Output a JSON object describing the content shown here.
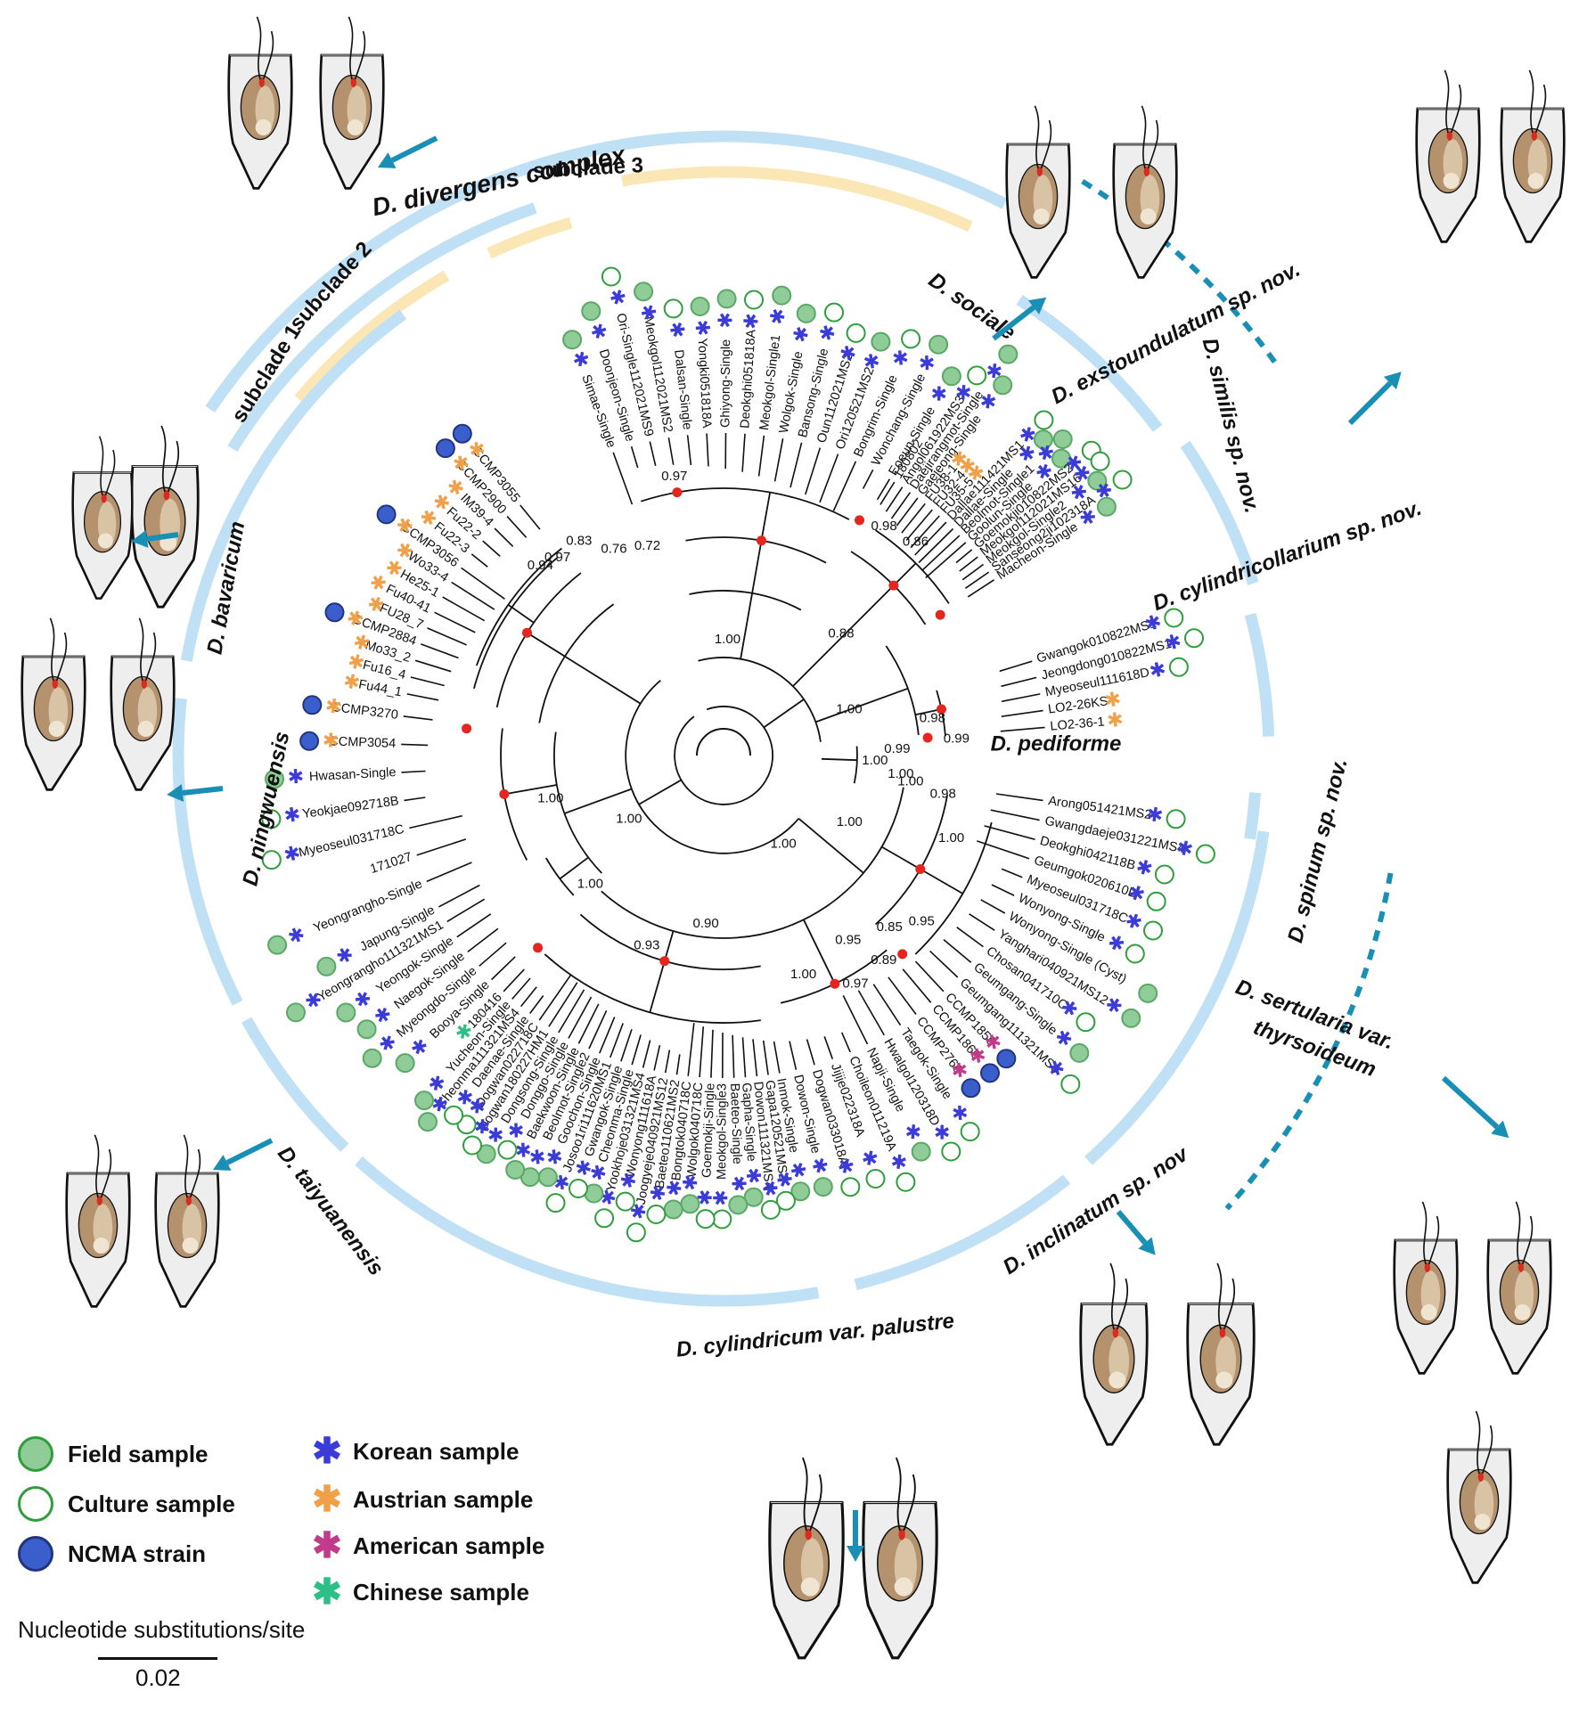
{
  "clades": {
    "divergens": "D. divergens complex",
    "subclade1": "subclade 1",
    "subclade2": "subclade 2",
    "subclade3": "subclade 3",
    "sociale": "D. sociale",
    "exstoundulatum": "D. exstoundulatum sp. nov.",
    "similis": "D. similis sp. nov.",
    "cylindricollarium": "D. cylindricollarium sp. nov.",
    "pediforme": "D. pediforme",
    "spinum": "D. spinum sp. nov.",
    "sertularia1": "D. sertularia var.",
    "sertularia2": "thyrsoideum",
    "inclinatum": "D. inclinatum sp. nov",
    "palustre": "D. cylindricum var. palustre",
    "taiyuanensis": "D. taiyuanensis",
    "ningwuensis": "D. ningwuensis",
    "bavaricum": "D. bavaricum"
  },
  "taxa": [
    {
      "name": "Simae-Single",
      "marker": "field",
      "origin": "korean"
    },
    {
      "name": "Doonjeon-Single",
      "marker": "field",
      "origin": "korean"
    },
    {
      "name": "Ori-Single112021MS9",
      "marker": "culture",
      "origin": "korean"
    },
    {
      "name": "Meokgol112021MS2",
      "marker": "field",
      "origin": "korean"
    },
    {
      "name": "Dalsan-Single",
      "marker": "culture",
      "origin": "korean"
    },
    {
      "name": "Yongki051818A",
      "marker": "field",
      "origin": "korean"
    },
    {
      "name": "Ghiyong-Single",
      "marker": "field",
      "origin": "korean"
    },
    {
      "name": "Deokghi051818A",
      "marker": "culture",
      "origin": "korean"
    },
    {
      "name": "Meokgol-Single1",
      "marker": "field",
      "origin": "korean"
    },
    {
      "name": "Wolgok-Single",
      "marker": "field",
      "origin": "korean"
    },
    {
      "name": "Bansong-Single",
      "marker": "culture",
      "origin": "korean"
    },
    {
      "name": "Oun112021MS2",
      "marker": "culture",
      "origin": "korean"
    },
    {
      "name": "Ori120521MS2",
      "marker": "field",
      "origin": "korean"
    },
    {
      "name": "Bongrim-Single",
      "marker": "culture",
      "origin": "korean"
    },
    {
      "name": "Wonchang-Single",
      "marker": "field",
      "origin": "korean"
    },
    {
      "name": "Eoeun-Single",
      "marker": "field",
      "origin": "korean"
    },
    {
      "name": "180802",
      "marker": "none",
      "origin": "none"
    },
    {
      "name": "Angol061922MS3",
      "marker": "culture",
      "origin": "korean"
    },
    {
      "name": "Daejirangmot-Single",
      "marker": "field",
      "origin": "korean"
    },
    {
      "name": "Gaejeong-Single",
      "marker": "field",
      "origin": "korean"
    },
    {
      "name": "FU38-1",
      "marker": "none",
      "origin": "austrian"
    },
    {
      "name": "FU32-4",
      "marker": "none",
      "origin": "austrian"
    },
    {
      "name": "FU35-5",
      "marker": "none",
      "origin": "austrian"
    },
    {
      "name": "Dallae111421MS1",
      "marker": "culture",
      "origin": "korean"
    },
    {
      "name": "Dallae-Single",
      "marker": "field",
      "origin": "korean"
    },
    {
      "name": "Beolmot-Single1",
      "marker": "field",
      "origin": "korean"
    },
    {
      "name": "Goolun-Single",
      "marker": "field",
      "origin": "korean"
    },
    {
      "name": "Goemokji010822MS2",
      "marker": "culture",
      "origin": "korean"
    },
    {
      "name": "Meokgol112021MS16",
      "marker": "culture",
      "origin": "korean"
    },
    {
      "name": "Meokgol-Single2",
      "marker": "field",
      "origin": "korean"
    },
    {
      "name": "Sanseong2ji102318A",
      "marker": "culture",
      "origin": "korean"
    },
    {
      "name": "Macheon-Single",
      "marker": "field",
      "origin": "korean"
    },
    {
      "name": "Gwangok010822MS1",
      "marker": "culture",
      "origin": "korean"
    },
    {
      "name": "Jeongdong010822MS1",
      "marker": "culture",
      "origin": "korean"
    },
    {
      "name": "Myeoseul111618D",
      "marker": "culture",
      "origin": "korean"
    },
    {
      "name": "LO2-26KS",
      "marker": "none",
      "origin": "austrian"
    },
    {
      "name": "LO2-36-1",
      "marker": "none",
      "origin": "austrian"
    },
    {
      "name": "Arong051421MS2",
      "marker": "culture",
      "origin": "korean"
    },
    {
      "name": "Gwangdaeje031221MS4",
      "marker": "culture",
      "origin": "korean"
    },
    {
      "name": "Deokghi042118B",
      "marker": "culture",
      "origin": "korean"
    },
    {
      "name": "Geumgok020610D",
      "marker": "culture",
      "origin": "korean"
    },
    {
      "name": "Myeoseul031718C",
      "marker": "culture",
      "origin": "korean"
    },
    {
      "name": "Wonyong-Single",
      "marker": "culture",
      "origin": "korean"
    },
    {
      "name": "Wonyong-Single (Cyst)",
      "marker": "field",
      "origin": "none"
    },
    {
      "name": "Yanghari040921MS12",
      "marker": "field",
      "origin": "korean"
    },
    {
      "name": "Chosan041710C",
      "marker": "culture",
      "origin": "korean"
    },
    {
      "name": "Geumgang-Single",
      "marker": "field",
      "origin": "korean"
    },
    {
      "name": "Geumgang111321MS6",
      "marker": "culture",
      "origin": "korean"
    },
    {
      "name": "CCMP1859",
      "marker": "ncma",
      "origin": "american"
    },
    {
      "name": "CCMP1860",
      "marker": "ncma",
      "origin": "american"
    },
    {
      "name": "CCMP2766",
      "marker": "ncma",
      "origin": "american"
    },
    {
      "name": "Taegok-Single",
      "marker": "culture",
      "origin": "korean"
    },
    {
      "name": "Hwalgol120318D",
      "marker": "culture",
      "origin": "korean"
    },
    {
      "name": "Napji-Single",
      "marker": "field",
      "origin": "korean"
    },
    {
      "name": "Choileon011219A",
      "marker": "culture",
      "origin": "korean"
    },
    {
      "name": "Jijije022318A",
      "marker": "culture",
      "origin": "korean"
    },
    {
      "name": "Dogwan033018A",
      "marker": "culture",
      "origin": "korean"
    },
    {
      "name": "Dowon-Single",
      "marker": "field",
      "origin": "korean"
    },
    {
      "name": "Inmok-Single",
      "marker": "field",
      "origin": "korean"
    },
    {
      "name": "Gapa120521MS2",
      "marker": "culture",
      "origin": "korean"
    },
    {
      "name": "Dowon111321MS4",
      "marker": "culture",
      "origin": "korean"
    },
    {
      "name": "Gapha-Single",
      "marker": "field",
      "origin": "korean"
    },
    {
      "name": "Baeteo-Single",
      "marker": "field",
      "origin": "korean"
    },
    {
      "name": "Meokgol-Single3",
      "marker": "culture",
      "origin": "korean"
    },
    {
      "name": "Goemokji-Single",
      "marker": "culture",
      "origin": "korean"
    },
    {
      "name": "Wolgok040718C",
      "marker": "field",
      "origin": "korean"
    },
    {
      "name": "Bongtok040718C",
      "marker": "field",
      "origin": "korean"
    },
    {
      "name": "Baeteo110621MS2",
      "marker": "culture",
      "origin": "korean"
    },
    {
      "name": "Joogyeje040921MS12",
      "marker": "culture",
      "origin": "korean"
    },
    {
      "name": "Wonyong111618A",
      "marker": "culture",
      "origin": "korean"
    },
    {
      "name": "Yookhoje031321MS4",
      "marker": "culture",
      "origin": "korean"
    },
    {
      "name": "Cheonma-Single",
      "marker": "field",
      "origin": "korean"
    },
    {
      "name": "Gwangok-Single",
      "marker": "culture",
      "origin": "korean"
    },
    {
      "name": "Josoo1ri111620MS1",
      "marker": "culture",
      "origin": "korean"
    },
    {
      "name": "Goochon-Single",
      "marker": "field",
      "origin": "korean"
    },
    {
      "name": "Beolmot-Single2",
      "marker": "field",
      "origin": "korean"
    },
    {
      "name": "Baekwoon-Single",
      "marker": "field",
      "origin": "korean"
    },
    {
      "name": "Donggo-Single",
      "marker": "culture",
      "origin": "korean"
    },
    {
      "name": "Dongsong-Single",
      "marker": "field",
      "origin": "korean"
    },
    {
      "name": "Dogwan180227HM1",
      "marker": "culture",
      "origin": "korean"
    },
    {
      "name": "Dogwan022718C",
      "marker": "culture",
      "origin": "korean"
    },
    {
      "name": "Daenae-Single",
      "marker": "culture",
      "origin": "korean"
    },
    {
      "name": "Cheonma111321MS4",
      "marker": "field",
      "origin": "korean"
    },
    {
      "name": "Yucheon-Single",
      "marker": "field",
      "origin": "korean"
    },
    {
      "name": "180416",
      "marker": "none",
      "origin": "chinese"
    },
    {
      "name": "Booya-Single",
      "marker": "field",
      "origin": "korean"
    },
    {
      "name": "Myeongdo-Single",
      "marker": "field",
      "origin": "korean"
    },
    {
      "name": "Naegok-Single",
      "marker": "field",
      "origin": "korean"
    },
    {
      "name": "Yeongok-Single",
      "marker": "field",
      "origin": "korean"
    },
    {
      "name": "Yeongrangho111321MS1",
      "marker": "field",
      "origin": "korean"
    },
    {
      "name": "Japung-Single",
      "marker": "field",
      "origin": "korean"
    },
    {
      "name": "Yeongrangho-Single",
      "marker": "field",
      "origin": "korean"
    },
    {
      "name": "171027",
      "marker": "none",
      "origin": "none"
    },
    {
      "name": "Myeoseul031718C",
      "marker": "culture",
      "origin": "korean"
    },
    {
      "name": "Yeokjae092718B",
      "marker": "culture",
      "origin": "korean"
    },
    {
      "name": "Hwasan-Single",
      "marker": "field",
      "origin": "korean"
    },
    {
      "name": "CCMP3054",
      "marker": "ncma",
      "origin": "austrian"
    },
    {
      "name": "CCMP3270",
      "marker": "ncma",
      "origin": "austrian"
    },
    {
      "name": "Fu44_1",
      "marker": "none",
      "origin": "austrian"
    },
    {
      "name": "Fu16_4",
      "marker": "none",
      "origin": "austrian"
    },
    {
      "name": "Mo33_2",
      "marker": "none",
      "origin": "austrian"
    },
    {
      "name": "CCMP2884",
      "marker": "ncma",
      "origin": "austrian"
    },
    {
      "name": "FU28_7",
      "marker": "none",
      "origin": "austrian"
    },
    {
      "name": "Fu40-41",
      "marker": "none",
      "origin": "austrian"
    },
    {
      "name": "He25-1",
      "marker": "none",
      "origin": "austrian"
    },
    {
      "name": "Wo33-4",
      "marker": "none",
      "origin": "austrian"
    },
    {
      "name": "CCMP3056",
      "marker": "ncma",
      "origin": "austrian"
    },
    {
      "name": "Fu22-3",
      "marker": "none",
      "origin": "austrian"
    },
    {
      "name": "Fu22-2",
      "marker": "none",
      "origin": "austrian"
    },
    {
      "name": "IM39-4",
      "marker": "none",
      "origin": "austrian"
    },
    {
      "name": "CCMP2900",
      "marker": "ncma",
      "origin": "austrian"
    },
    {
      "name": "CCMP3055",
      "marker": "ncma",
      "origin": "austrian"
    }
  ],
  "support_values": [
    "1.00",
    "0.88",
    "1.00",
    "1.00",
    "1.00",
    "1.00",
    "0.90",
    "0.93",
    "1.00",
    "0.72",
    "0.76",
    "0.83",
    "0.97",
    "0.94",
    "0.97",
    "0.98",
    "0.86",
    "0.98",
    "0.99",
    "0.98",
    "1.00",
    "0.99",
    "1.00",
    "1.00",
    "0.95",
    "0.85",
    "0.89",
    "0.97",
    "0.95",
    "1.00",
    "1.00",
    "1.00"
  ],
  "legend": {
    "field": "Field sample",
    "culture": "Culture sample",
    "ncma": "NCMA strain",
    "korean": "Korean sample",
    "austrian": "Austrian sample",
    "american": "American sample",
    "chinese": "Chinese sample"
  },
  "scale": {
    "label": "Nucleotide substitutions/site",
    "value": "0.02"
  },
  "colors": {
    "field": "#8fcc98",
    "culture_stroke": "#2e9e3c",
    "ncma": "#3a5fcd",
    "korean": "#3b3bd8",
    "austrian": "#f0a048",
    "american": "#c23a8a",
    "chinese": "#2dbf85",
    "clade_bar": "#bfe0f5",
    "subclade_bar": "#fbe7b5",
    "arrow": "#1a8fb5",
    "node": "#e5261e"
  }
}
